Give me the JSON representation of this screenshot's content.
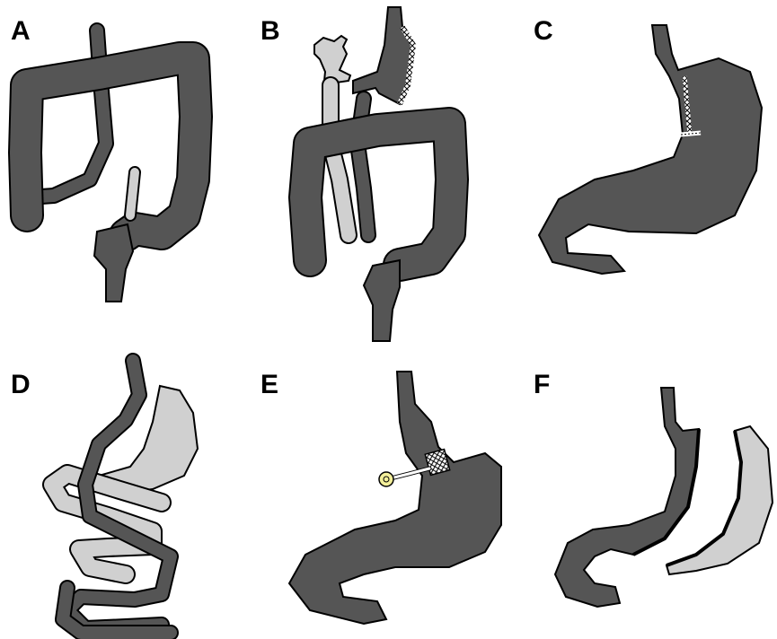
{
  "figure": {
    "colors": {
      "organ": "#555555",
      "graft": "#d0d0d0",
      "outline": "#000000",
      "port": "#f3ef9a",
      "background": "#ffffff"
    },
    "panels": [
      {
        "label": "A",
        "depicts": "colon-bypass-diagram"
      },
      {
        "label": "B",
        "depicts": "colon-interposition-diagram"
      },
      {
        "label": "C",
        "depicts": "stomach-staple-line-diagram"
      },
      {
        "label": "D",
        "depicts": "gastric-bypass-diagram"
      },
      {
        "label": "E",
        "depicts": "adjustable-gastric-band-diagram"
      },
      {
        "label": "F",
        "depicts": "sleeve-gastrectomy-diagram"
      }
    ]
  }
}
